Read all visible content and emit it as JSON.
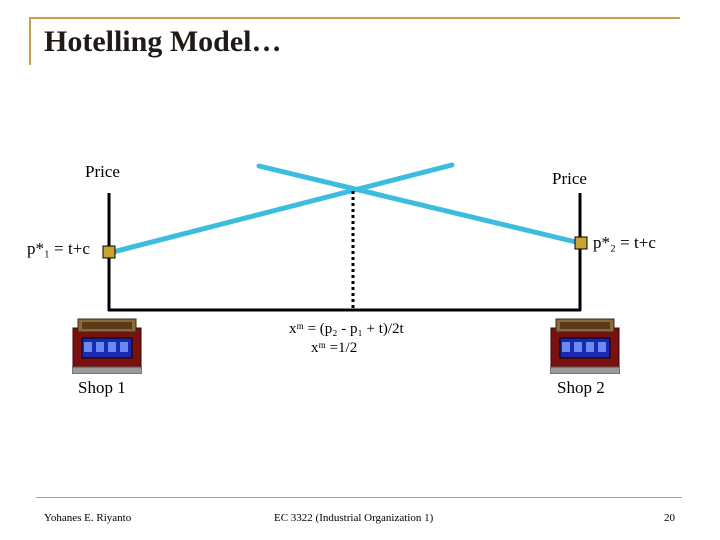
{
  "title": "Hotelling Model…",
  "labels": {
    "price_left": "Price",
    "price_right": "Price",
    "p1_star": "p*₁ = t+c",
    "p2_star": "p*₂ = t+c",
    "x_m_formula": "xᵐ = (p₂ - p₁ + t)/2t",
    "x_m_value": "xᵐ =1/2",
    "shop1": "Shop 1",
    "shop2": "Shop 2"
  },
  "footer": {
    "author": "Yohanes E. Riyanto",
    "course": "EC 3322 (Industrial Organization 1)",
    "page": "20"
  },
  "colors": {
    "price_line": "#3cbde0",
    "frame": "#c8a14a",
    "marker": "#c8a530",
    "axis": "#000000"
  },
  "icons": [
    "shop-icon"
  ]
}
